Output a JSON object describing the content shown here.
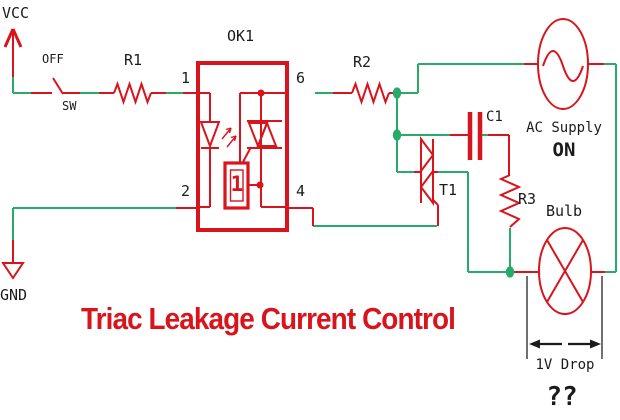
{
  "diagram_title": "Triac Leakage Current Control",
  "colors": {
    "component_red": "#d8141c",
    "wire_green": "#27ab68",
    "label_black": "#1b1b1b",
    "dim_gray": "#4d4d4d"
  },
  "components": {
    "vcc_label": "VCC",
    "gnd_label": "GND",
    "switch": {
      "state": "OFF",
      "ref": "SW"
    },
    "resistors": {
      "r1": "R1",
      "r2": "R2",
      "r3": "R3"
    },
    "capacitor": "C1",
    "triac": "T1",
    "optocoupler": {
      "ref": "OK1",
      "inner_mark": "1",
      "pins": {
        "p1": "1",
        "p2": "2",
        "p4": "4",
        "p6": "6"
      }
    },
    "ac_supply": {
      "label": "AC Supply",
      "state": "ON"
    },
    "bulb_label": "Bulb"
  },
  "annotations": {
    "voltage_drop": "1V Drop",
    "question_marks": "??"
  }
}
